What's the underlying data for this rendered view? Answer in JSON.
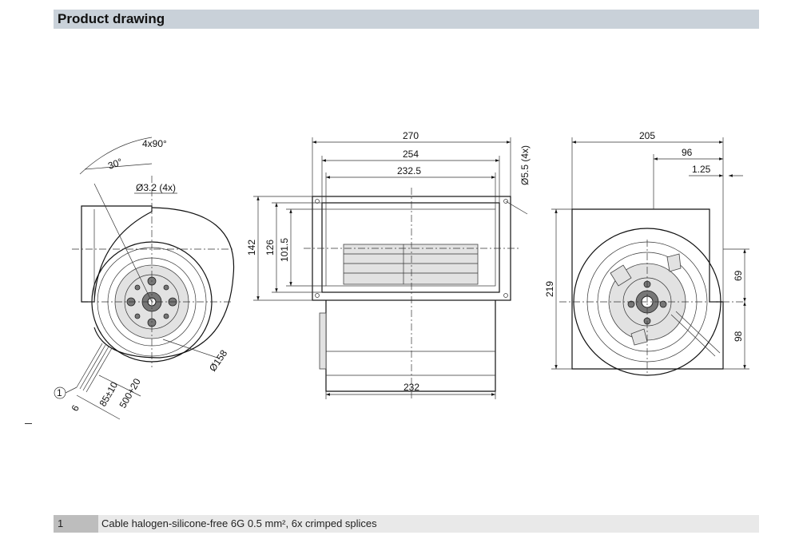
{
  "header": {
    "title": "Product drawing"
  },
  "front_view": {
    "angle_count": "4x90°",
    "angle": "30°",
    "hole": "Ø3.2 (4x)",
    "diameter": "Ø158",
    "callout": "1",
    "cable_stub": "6",
    "cable_len_a": "85±10",
    "cable_len_b": "500+20"
  },
  "top_view": {
    "width_total": "270",
    "width_flange": "254",
    "width_inner": "232.5",
    "slot": "Ø5.5 (4x)",
    "height_total": "142",
    "height_flange": "126",
    "height_inner": "101.5",
    "width_housing": "232"
  },
  "side_view": {
    "width_total": "205",
    "offset": "96",
    "flange_thickness": "1.25",
    "height_total": "219",
    "height_upper": "69",
    "height_lower": "98"
  },
  "legend": [
    {
      "num": "1",
      "text": "Cable halogen-silicone-free 6G 0.5 mm², 6x crimped splices"
    }
  ]
}
